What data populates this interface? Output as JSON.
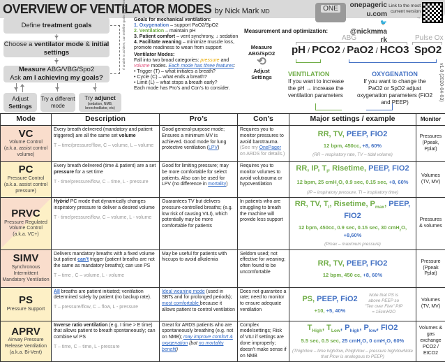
{
  "header": {
    "title": "OVERVIEW OF VENTILATOR MODES",
    "byline": "by Nick Mark",
    "credential": "MD",
    "logo": "ONE",
    "site": "onepageric u.com",
    "twitter": "@nickmma rk",
    "link_note": "Link to the most current version →",
    "version": "v1.0 (2020-04-03)"
  },
  "flow": {
    "define": [
      "Define ",
      "treatment goals"
    ],
    "choose": [
      "Choose a ",
      "ventilator mode",
      " & ",
      "initial settings"
    ],
    "measure1": [
      "Measure",
      " ABG/VBG/Spo2"
    ],
    "measure2": [
      "Ask ",
      "am I achieving my goals?"
    ],
    "adjust": [
      "Adjust",
      "Settings"
    ],
    "different": "Try a different mode",
    "adjunct": [
      "Try ",
      "adjunct",
      "(sedation, NMB, bronchodilator, etc)"
    ],
    "redefine": "If unable to achieve, can redefine goals (e.g. permissive hypercapnia)"
  },
  "goals": {
    "heading": "Goals for mechanical ventilation:",
    "items": [
      {
        "n": "1.",
        "t": "Oxygenation",
        "d": " – support PaO2/SpO2"
      },
      {
        "n": "2.",
        "t": "Ventilation",
        "d": " – maintain pH"
      },
      {
        "n": "3.",
        "t": "Patient comfort",
        "d": " – vent synchrony, ↓ sedation"
      },
      {
        "n": "4.",
        "t": "Facilitate weaning",
        "d": " – minimize muscle loss, promote readiness to wean from support"
      }
    ],
    "modes_heading": "Ventilator Modes:",
    "modes_intro": [
      "Fall into two broad categories: ",
      "pressure",
      " and ",
      "volume",
      " modes. ",
      "Each mode has three features",
      ":"
    ],
    "features": [
      "Trigger (T) – what initiates a breath?",
      "Cycle (C) – what ends a breath?",
      "Limit (L) – what stops a breath early?"
    ],
    "outro": "Each mode has Pro’s and Con’s to consider."
  },
  "measurement": {
    "heading": "Measurement and optimization:",
    "cycle_top": "Measure ABG/SpO2",
    "cycle_bottom": "Adjust Settings",
    "abg": "ABG",
    "pulse_ox": "Pulse Ox",
    "formula": [
      "pH",
      " / ",
      "PCO2",
      " / ",
      "PaO2",
      " / ",
      "HCO3"
    ],
    "spo2": "SpO2",
    "vent_title": "VENTILATION",
    "vent_text": "If you want to increase the pH → increase the ventilation parameters",
    "oxy_title": "OXYGENATION",
    "oxy_text": "If you want to change the PaO2 or SpO2 adjust oxygenation parameters (FiO2 and PEEP)"
  },
  "colors": {
    "ventilation": "#70ad47",
    "oxygenation": "#4472c4",
    "pressure": "#e6a800",
    "volume": "#e0507a",
    "vc_bg": "#f9ddcc",
    "pc_bg": "#fdf0c6"
  },
  "table": {
    "headers": [
      "Mode",
      "Description",
      "Pro’s",
      "Con’s",
      "Major settings / example",
      "Monitor"
    ],
    "rows": [
      {
        "abbr": "VC",
        "name": "Volume Control (a.k.a. assist control volume)",
        "bg": "#f9ddcc",
        "desc": [
          [
            "Every breath delivered (mandatory and patient triggered) are all the same set ",
            ""
          ],
          [
            "volume",
            "b"
          ]
        ],
        "tcl": "T – time/pressure/flow, C – volume, L – volume",
        "pros": [
          [
            "Good general-purpose mode; Ensures a minimum MV is achieved. Good mode for lung protective ventilation (",
            ""
          ],
          [
            "LPV",
            "u"
          ],
          [
            ")",
            ""
          ]
        ],
        "cons": [
          [
            "Requires you to monitor pressures to avoid barotrauma. ",
            ""
          ],
          [
            "(See my ",
            "gr"
          ],
          [
            "OnePager",
            "u"
          ],
          [
            " on ARDS for details.)",
            "gr"
          ]
        ],
        "settings": [
          [
            "RR, TV, ",
            "g"
          ],
          [
            "PEEP, FIO2",
            "bl"
          ]
        ],
        "example": [
          [
            "12 bpm, 450cc, ",
            "g"
          ],
          [
            "+8, 60%",
            "bl"
          ]
        ],
        "note": "(RR – respiratory rate, TV – tidal volume)",
        "monitor": "Pressures (Ppeak, Pplat)"
      },
      {
        "abbr": "PC",
        "name": "Pressure Control (a.k.a. assist control pressure)",
        "bg": "#fdf0c6",
        "desc": [
          [
            "Every breath delivered (time & patient) are a set ",
            ""
          ],
          [
            "pressure",
            "b"
          ],
          [
            " for a set time",
            ""
          ]
        ],
        "tcl": "T - time/pressure/flow, C – time, L - pressure",
        "pros": [
          [
            "Good for limiting pressure; may be more comfortable for select patients. Also can be used for LPV (no difference in ",
            ""
          ],
          [
            "mortality",
            "u"
          ],
          [
            ")",
            ""
          ]
        ],
        "cons": [
          [
            "Requires you to monitor volumes to avoid volutrauma or hypoventilation",
            ""
          ]
        ],
        "settings": [
          [
            "RR, IP, T",
            "g"
          ],
          [
            "I",
            "gsub"
          ],
          [
            ", Risetime, ",
            "g"
          ],
          [
            "PEEP, FIO2",
            "bl"
          ]
        ],
        "example": [
          [
            "12 bpm, 25 cmH",
            "g"
          ],
          [
            "2",
            "gsub"
          ],
          [
            "O, 0.9 sec, 0.15 sec, ",
            "g"
          ],
          [
            "+8, 60%",
            "bl"
          ]
        ],
        "note": "(IP – inspiratory pressure, TI – inspiratory time)",
        "monitor": "Volumes (TV, MV)"
      },
      {
        "abbr": "PRVC",
        "name": "Pressure Regulated Volume Control (a.k.a. VC+)",
        "bg": "linear-gradient(135deg,#f9ddcc 50%,#fdf0c6 50%)",
        "desc": [
          [
            "Hybrid",
            "bi"
          ],
          [
            " PC mode that dynamically changes inspiratory pressure to deliver a desired volume",
            ""
          ]
        ],
        "tcl": "T - time/pressure/flow, C – volume, L - volume",
        "pros": [
          [
            "Guarantees TV but delivers pressure-controlled breaths; (e.g. low risk of causing VILI), which potentially may be more comfortable for patients",
            ""
          ]
        ],
        "cons": [
          [
            "In patients who are struggling to breath the machine will provide less support",
            ""
          ]
        ],
        "settings": [
          [
            "RR, TV, T",
            "g"
          ],
          [
            "I",
            "gsub"
          ],
          [
            ", Risetime, P",
            "g"
          ],
          [
            "max",
            "gsub"
          ],
          [
            ", ",
            "g"
          ],
          [
            "PEEP, FIO2",
            "bl"
          ]
        ],
        "example": [
          [
            "12 bpm, 450cc, 0.9 sec, 0.15 sec, 30 cmH",
            "g"
          ],
          [
            "2",
            "gsub"
          ],
          [
            "O, ",
            "g"
          ],
          [
            "+8,60%",
            "bl"
          ]
        ],
        "note": "(Pmax – maximum pressure)",
        "monitor": "Pressures & volumes"
      },
      {
        "abbr": "SIMV",
        "name": "Synchronous Intermittent Mandatory Ventilation",
        "bg": "#f9ddcc",
        "desc": [
          [
            "Delivers mandatory breaths with a fixed volume but patient ",
            ""
          ],
          [
            "can’t",
            "bu"
          ],
          [
            " trigger (patient breaths are not the same as mandatory breaths); can use PS",
            ""
          ]
        ],
        "tcl": "T – time , C – volume, L - volume",
        "pros": [
          [
            "May be useful for patients with hiccups to avoid alkalemia",
            ""
          ]
        ],
        "cons": [
          [
            "Seldom used; not effective for weaning; often found to be uncomfortable",
            ""
          ]
        ],
        "settings": [
          [
            "RR, TV, ",
            "g"
          ],
          [
            "PEEP, FIO2",
            "bl"
          ]
        ],
        "example": [
          [
            "12 bpm, 450 cc, ",
            "g"
          ],
          [
            "+8, 60%",
            "bl"
          ]
        ],
        "note": "",
        "monitor": "Pressure (Ppeak Pplat)"
      },
      {
        "abbr": "PS",
        "name": "Pressure Support",
        "bg": "#fdf0c6",
        "desc": [
          [
            "All",
            "bu"
          ],
          [
            " breaths are patient initiated; ventilation determined solely by patient (no backup rate).",
            ""
          ]
        ],
        "tcl": "T – pressure/flow, C – flow, L - pressure",
        "pros": [
          [
            "Ideal weaning mode",
            "u"
          ],
          [
            " (used in SBTs and for prolonged periods); ",
            ""
          ],
          [
            "most comfortable ",
            "u"
          ],
          [
            "because it allows patient to control ventilation",
            ""
          ]
        ],
        "cons": [
          [
            "Does not guarantee a rate; need to monitor to ensure adequate ventilation",
            ""
          ]
        ],
        "settings": [
          [
            "PS, ",
            "g"
          ],
          [
            "PEEP, FiO2",
            "bl"
          ]
        ],
        "example": [
          [
            "+10, ",
            "g"
          ],
          [
            "+5, 40%",
            "bl"
          ]
        ],
        "side_note": "Note that PS is above PEEP so \"Ten over Five\" PIP = 15cmH2O",
        "note": "",
        "monitor": "Volumes (TV, MV)"
      },
      {
        "abbr": "APRV",
        "name": "Airway Pressure Release Ventilation (a.k.a. Bi-Vent)",
        "bg": "#fdf0c6",
        "desc": [
          [
            "Inverse ratio ventilation",
            "b"
          ],
          [
            " (e.g. I time > E time) that allows patient to breath spontaneously; can combine w/ PS",
            ""
          ]
        ],
        "tcl": "T – time, C – time, L - pressure",
        "pros": [
          [
            "Great for ARDS patients who are spontaneously breathing (e.g. not on NMB); ",
            ""
          ],
          [
            "may improve comfort & oxygenation",
            "ui"
          ],
          [
            " (but ",
            "i"
          ],
          [
            "no mortality benefit",
            "ui"
          ],
          [
            ")",
            "i"
          ]
        ],
        "cons": [
          [
            "Complex mode/settings; Risk of VILI if settings are done improperly; doesn’t make sense if on NMB",
            ""
          ]
        ],
        "settings": [
          [
            "T",
            "g"
          ],
          [
            "High",
            "gsub"
          ],
          [
            ", T",
            "g"
          ],
          [
            "Low",
            "gsub"
          ],
          [
            ", P",
            "bl"
          ],
          [
            "high",
            "blsub"
          ],
          [
            ", P",
            "bl"
          ],
          [
            "low",
            "blsub"
          ],
          [
            ", FIO2",
            "bl"
          ]
        ],
        "example": [
          [
            "5.5 sec, 0.5 sec, ",
            "g"
          ],
          [
            "25 cmH",
            "bl"
          ],
          [
            "2",
            "blsub"
          ],
          [
            "O, 0 cmH",
            "bl"
          ],
          [
            "2",
            "blsub"
          ],
          [
            "O, 60%",
            "bl"
          ]
        ],
        "note": "(Thigh/low – time high/low, Phigh/low – pressure high/lowNote that Plow is analogous to PEEP)",
        "monitor": "Volumes & gas exchange PCO2 / EtCO2"
      }
    ]
  }
}
